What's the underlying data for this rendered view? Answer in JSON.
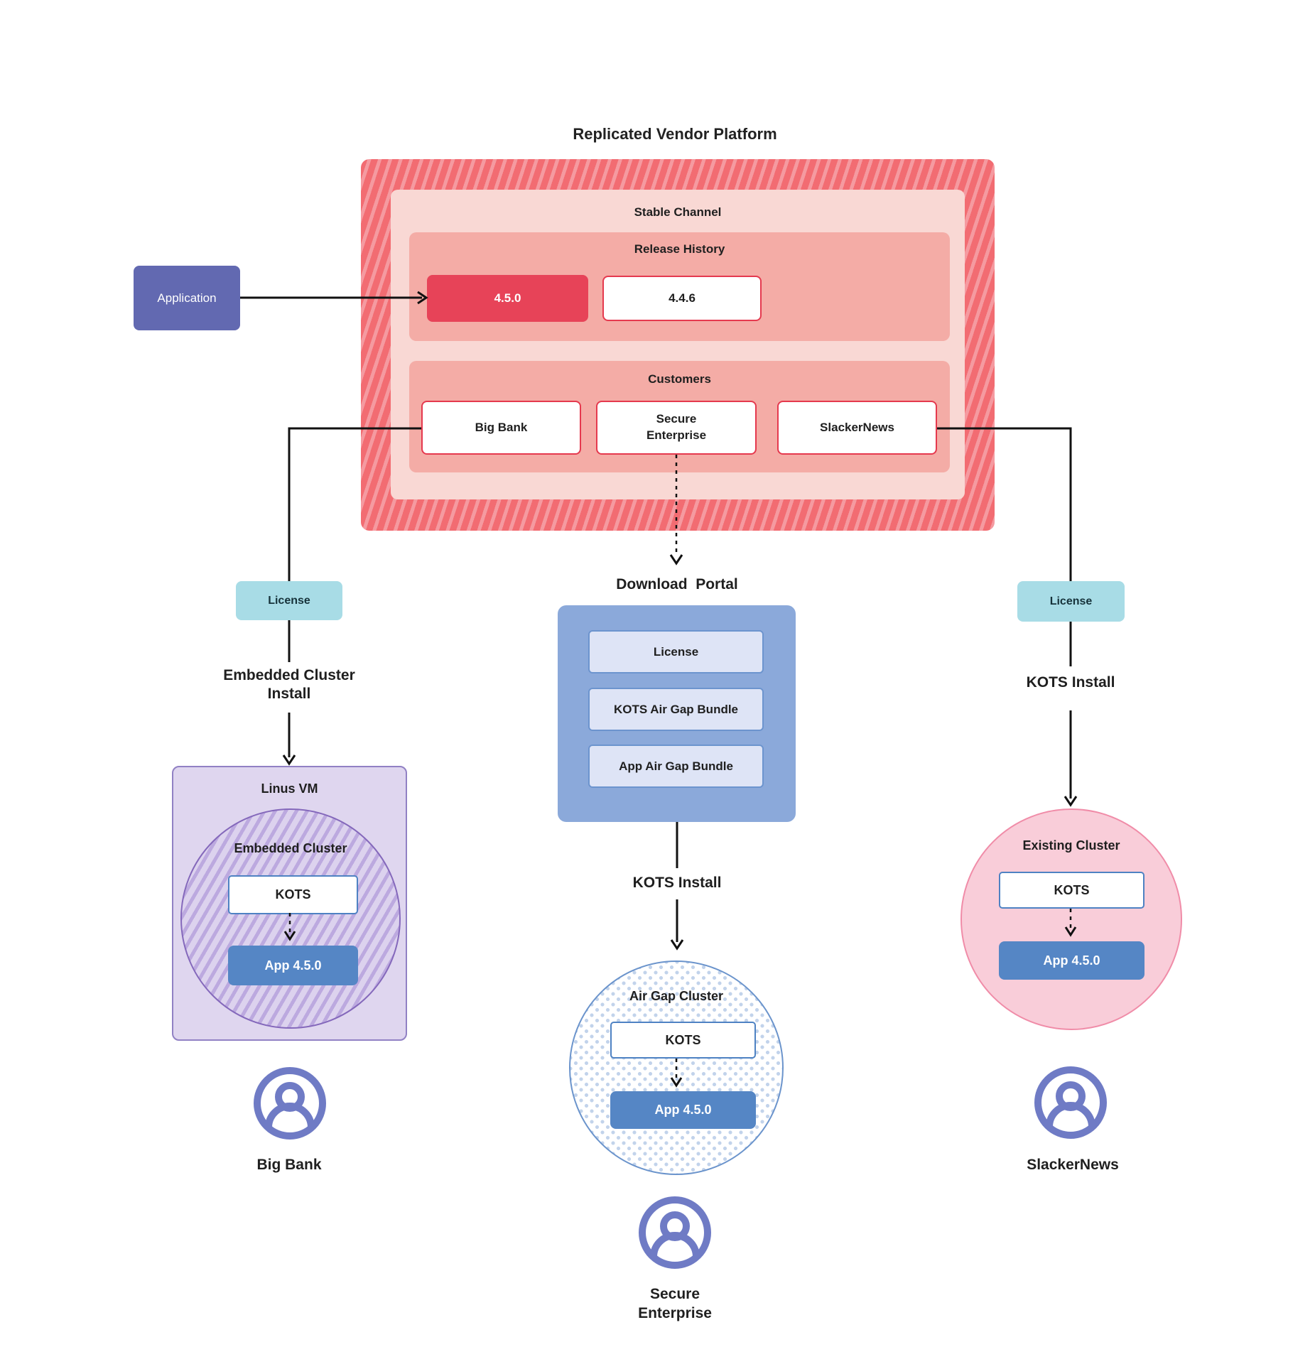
{
  "title": "Replicated Vendor Platform",
  "platform": {
    "channel_label": "Stable Channel",
    "release_history": {
      "label": "Release History",
      "current_release": "4.5.0",
      "previous_release": "4.4.6"
    },
    "customers": {
      "label": "Customers",
      "big_bank": "Big Bank",
      "secure_enterprise": "Secure Enterprise",
      "slackernews": "SlackerNews"
    }
  },
  "application_label": "Application",
  "left_flow": {
    "license_label": "License",
    "install_label": "Embedded Cluster Install",
    "vm_label": "Linus VM",
    "cluster_label": "Embedded Cluster",
    "kots_label": "KOTS",
    "app_label": "App 4.5.0",
    "customer_name": "Big Bank"
  },
  "middle_flow": {
    "portal_label": "Download  Portal",
    "portal_items": {
      "license": "License",
      "kots_bundle": "KOTS Air Gap Bundle",
      "app_bundle": "App Air Gap Bundle"
    },
    "install_label": "KOTS Install",
    "cluster_label": "Air Gap Cluster",
    "kots_label": "KOTS",
    "app_label": "App 4.5.0",
    "customer_name": "Secure Enterprise"
  },
  "right_flow": {
    "license_label": "License",
    "install_label": "KOTS Install",
    "cluster_label": "Existing Cluster",
    "kots_label": "KOTS",
    "app_label": "App 4.5.0",
    "customer_name": "SlackerNews"
  },
  "colors": {
    "platform_base": "#F26C72",
    "platform_stripe": "#F59AA0",
    "channel_bg": "#F9D8D4",
    "section_bg": "#F4ACA6",
    "release_current_bg": "#E74358",
    "node_border": "#E5394E",
    "application_bg": "#6269B1",
    "license_bg": "#A8DCE6",
    "portal_bg": "#8BA9DA",
    "portal_item_bg": "#DEE4F6",
    "portal_item_border": "#6C94CE",
    "app_node_bg": "#5586C5",
    "kots_border": "#4E82C3",
    "vm_bg": "#DFD6EF",
    "vm_border": "#9181C4",
    "embedded_circle_stripe": "#BCA9DF",
    "airgap_dot": "#C2D3EB",
    "airgap_border": "#6B94CC",
    "existing_bg": "#F9CDD9",
    "existing_border": "#F08CA8",
    "user_icon": "#6F7BC5",
    "line": "#111111"
  }
}
